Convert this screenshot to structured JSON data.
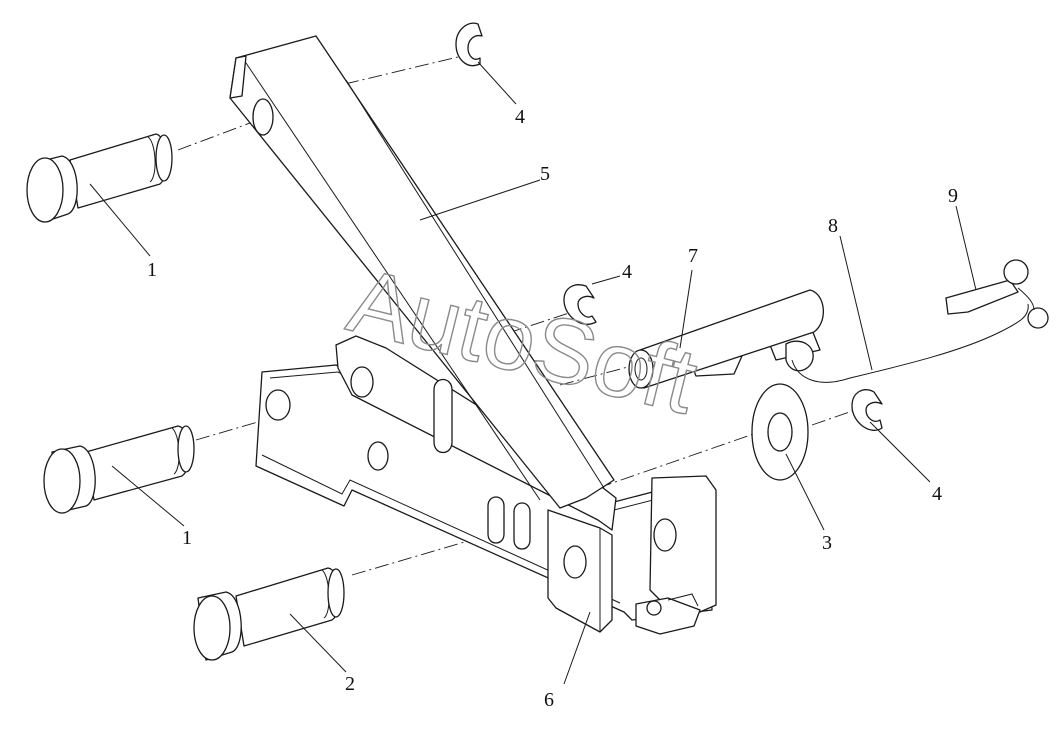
{
  "watermark": "AutoSoft",
  "colors": {
    "line": "#1a1a1a",
    "watermark": "#8a8a8a",
    "background": "#ffffff"
  },
  "callouts": [
    {
      "id": "label-1-top",
      "text": "1"
    },
    {
      "id": "label-1-bottom",
      "text": "1"
    },
    {
      "id": "label-2",
      "text": "2"
    },
    {
      "id": "label-3",
      "text": "3"
    },
    {
      "id": "label-4-top",
      "text": "4"
    },
    {
      "id": "label-4-middle",
      "text": "4"
    },
    {
      "id": "label-4-right",
      "text": "4"
    },
    {
      "id": "label-5",
      "text": "5"
    },
    {
      "id": "label-6",
      "text": "6"
    },
    {
      "id": "label-7",
      "text": "7"
    },
    {
      "id": "label-8",
      "text": "8"
    },
    {
      "id": "label-9",
      "text": "9"
    }
  ]
}
